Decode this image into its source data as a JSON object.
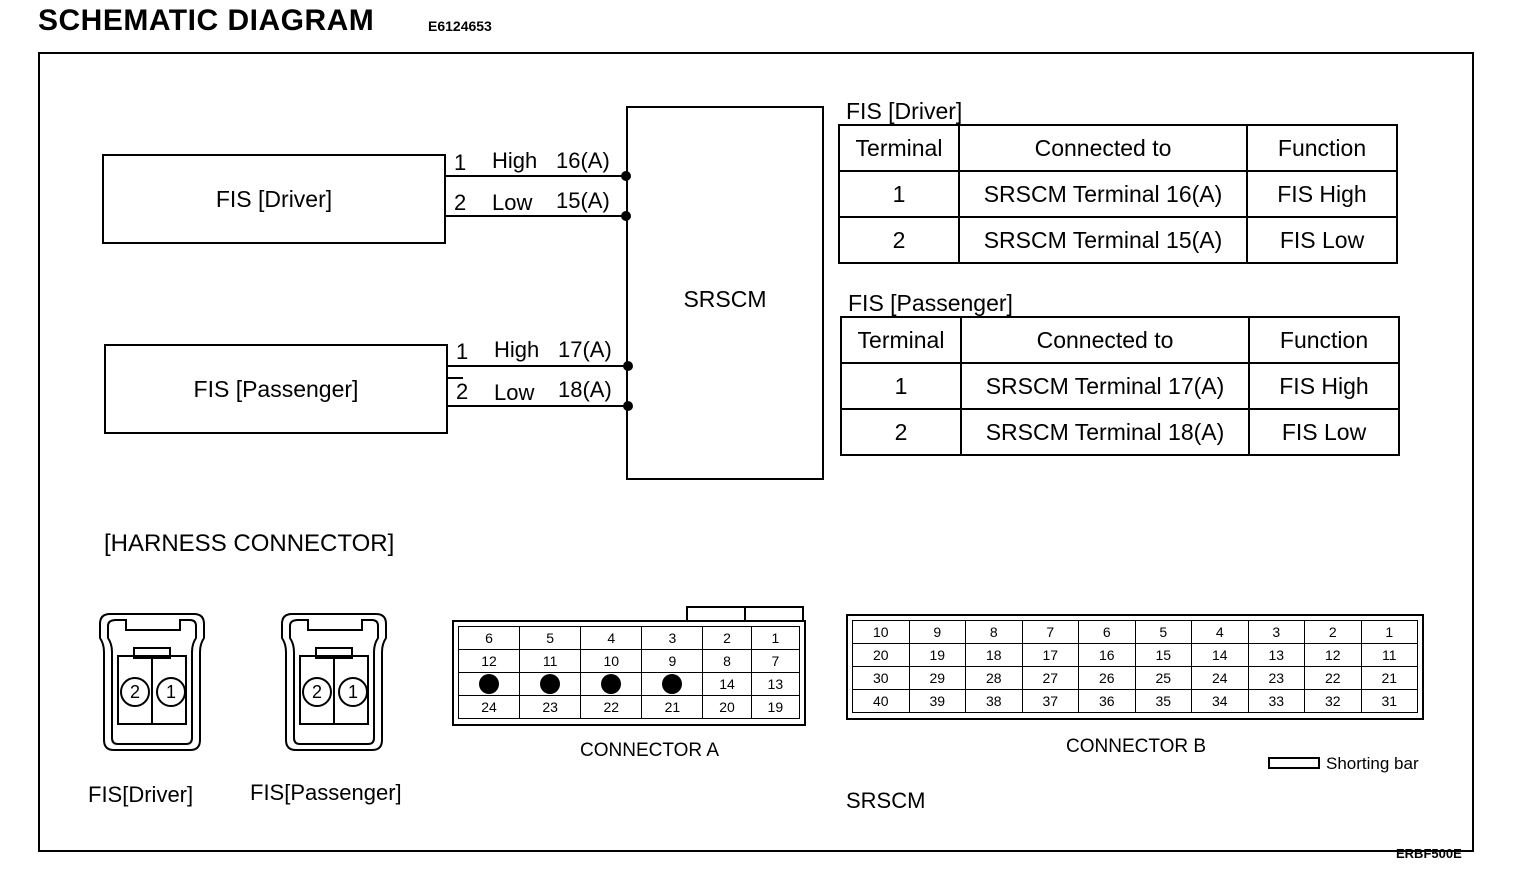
{
  "header": {
    "title": "SCHEMATIC DIAGRAM",
    "code": "E6124653"
  },
  "schematic": {
    "fis_driver": "FIS [Driver]",
    "fis_passenger": "FIS [Passenger]",
    "srscm": "SRSCM",
    "wires": [
      {
        "pin": "1",
        "name": "High",
        "terminal": "16(A)"
      },
      {
        "pin": "2",
        "name": "Low",
        "terminal": "15(A)"
      },
      {
        "pin": "1",
        "name": "High",
        "terminal": "17(A)"
      },
      {
        "pin": "2",
        "name": "Low",
        "terminal": "18(A)"
      }
    ]
  },
  "tables": [
    {
      "caption": "FIS [Driver]",
      "headers": [
        "Terminal",
        "Connected to",
        "Function"
      ],
      "rows": [
        [
          "1",
          "SRSCM Terminal 16(A)",
          "FIS High"
        ],
        [
          "2",
          "SRSCM Terminal 15(A)",
          "FIS Low"
        ]
      ]
    },
    {
      "caption": "FIS [Passenger]",
      "headers": [
        "Terminal",
        "Connected to",
        "Function"
      ],
      "rows": [
        [
          "1",
          "SRSCM Terminal 17(A)",
          "FIS High"
        ],
        [
          "2",
          "SRSCM Terminal 18(A)",
          "FIS Low"
        ]
      ]
    }
  ],
  "harness": {
    "title": "[HARNESS CONNECTOR]",
    "fis_driver_label": "FIS[Driver]",
    "fis_passenger_label": "FIS[Passenger]",
    "fis_pins": [
      "2",
      "1"
    ],
    "connector_a": {
      "label": "CONNECTOR A",
      "rows": [
        [
          "6",
          "5",
          "4",
          "3",
          "2",
          "1"
        ],
        [
          "12",
          "11",
          "10",
          "9",
          "8",
          "7"
        ],
        [
          "",
          "",
          "",
          "",
          "14",
          "13"
        ],
        [
          "24",
          "23",
          "22",
          "21",
          "20",
          "19"
        ]
      ]
    },
    "connector_b": {
      "label": "CONNECTOR B",
      "rows": [
        [
          "10",
          "9",
          "8",
          "7",
          "6",
          "5",
          "4",
          "3",
          "2",
          "1"
        ],
        [
          "20",
          "19",
          "18",
          "17",
          "16",
          "15",
          "14",
          "13",
          "12",
          "11"
        ],
        [
          "30",
          "29",
          "28",
          "27",
          "26",
          "25",
          "24",
          "23",
          "22",
          "21"
        ],
        [
          "40",
          "39",
          "38",
          "37",
          "36",
          "35",
          "34",
          "33",
          "32",
          "31"
        ]
      ]
    },
    "shorting_bar_label": "Shorting bar",
    "srscm_label": "SRSCM"
  },
  "footer": {
    "code": "ERBF500E"
  }
}
